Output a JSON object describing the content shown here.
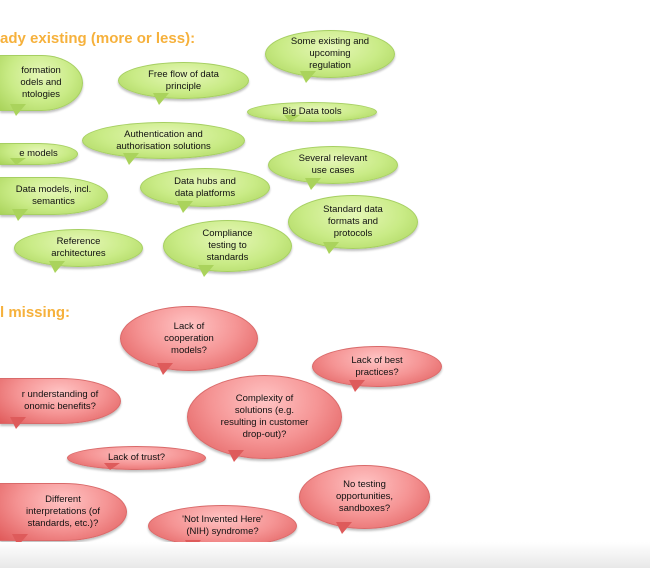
{
  "headings": {
    "existing": "ady existing (more or less):",
    "missing": "l missing:"
  },
  "existing": [
    "formation\nodels and\nntologies",
    "Free flow of data\nprinciple",
    "Some existing and\nupcoming\nregulation",
    "Big Data tools",
    "e models",
    "Authentication and\nauthorisation solutions",
    "Several relevant\nuse cases",
    "Data models, incl.\nsemantics",
    "Data hubs and\ndata platforms",
    "Standard data\nformats and\nprotocols",
    "Reference\narchitectures",
    "Compliance\ntesting to\nstandards"
  ],
  "missing": [
    "Lack of\ncooperation\nmodels?",
    "Lack of best\npractices?",
    "r understanding of\nonomic benefits?",
    "Complexity of\nsolutions (e.g.\nresulting in customer\ndrop-out)?",
    "Lack of trust?",
    "Different\ninterpretations (of\nstandards, etc.)?",
    "'Not Invented Here'\n(NIH) syndrome?",
    "No testing\nopportunities,\nsandboxes?"
  ]
}
